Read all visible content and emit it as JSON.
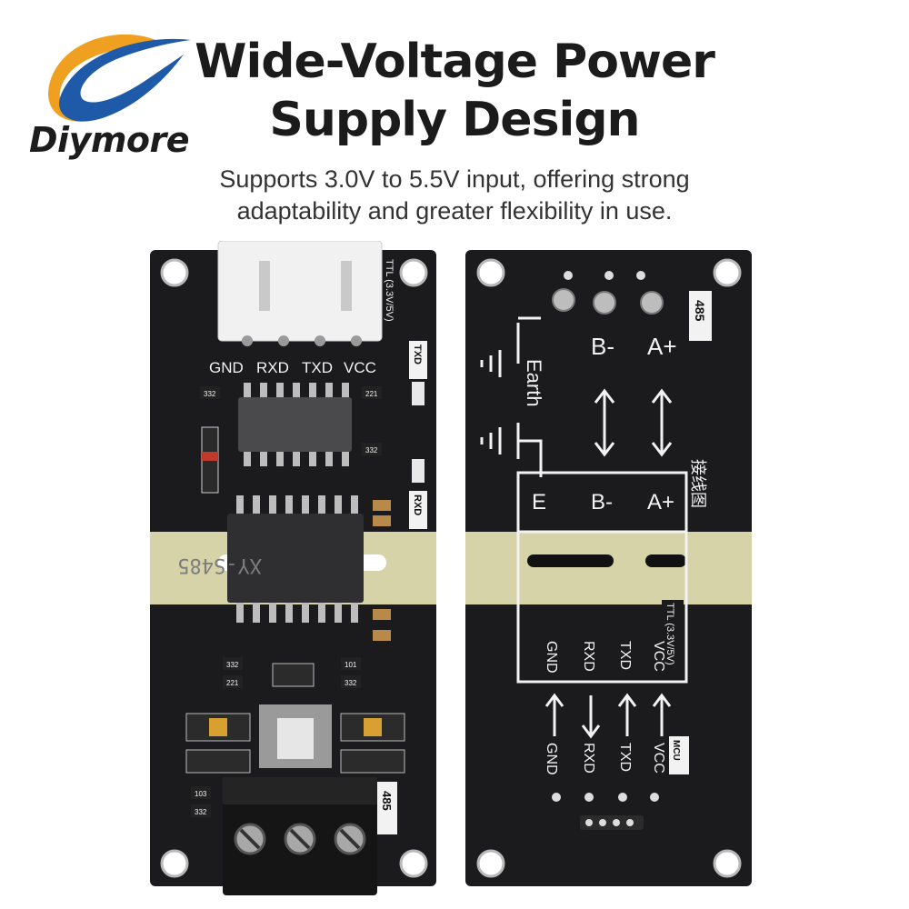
{
  "brand": {
    "name": "Diymore"
  },
  "headline": {
    "line1": "Wide-Voltage Power",
    "line2": "Supply Design"
  },
  "description": {
    "line1": "Supports 3.0V to 5.5V input, offering strong",
    "line2": "adaptability and greater flexibility in use."
  },
  "front_board": {
    "pin_labels": [
      "GND",
      "RXD",
      "TXD",
      "VCC"
    ],
    "ttl_tag": "TTL (3.3V/5V)",
    "txd_tag": "TXD",
    "rxd_tag": "RXD",
    "chip_marking": "XY-S485",
    "terminal_tag": "485",
    "r1": "332",
    "r2": "221",
    "r3": "332",
    "r4": "332",
    "r5": "101",
    "r6": "221",
    "r7": "332",
    "r8": "103",
    "r9": "332"
  },
  "back_board": {
    "tag_485": "485",
    "top_b": "B-",
    "top_a": "A+",
    "earth": "Earth",
    "wiring_label": "接线图",
    "box_e": "E",
    "box_b": "B-",
    "box_a": "A+",
    "ttl_tag": "TTL (3.3V/5V)",
    "ttl_pins": [
      "GND",
      "RXD",
      "TXD",
      "VCC"
    ],
    "mcu_tag": "MCU",
    "mcu_pins": [
      "GND",
      "RXD",
      "TXD",
      "VCC"
    ]
  },
  "colors": {
    "logo_blue": "#1f5aa8",
    "logo_orange": "#f0a020",
    "pcb": "#1b1b1d",
    "pcb_strip": "#d6d3a8"
  },
  "icons": [
    "brand-logo-swoosh-icon",
    "earth-ground-icon",
    "double-arrow-icon",
    "arrow-up-icon",
    "arrow-down-icon"
  ]
}
